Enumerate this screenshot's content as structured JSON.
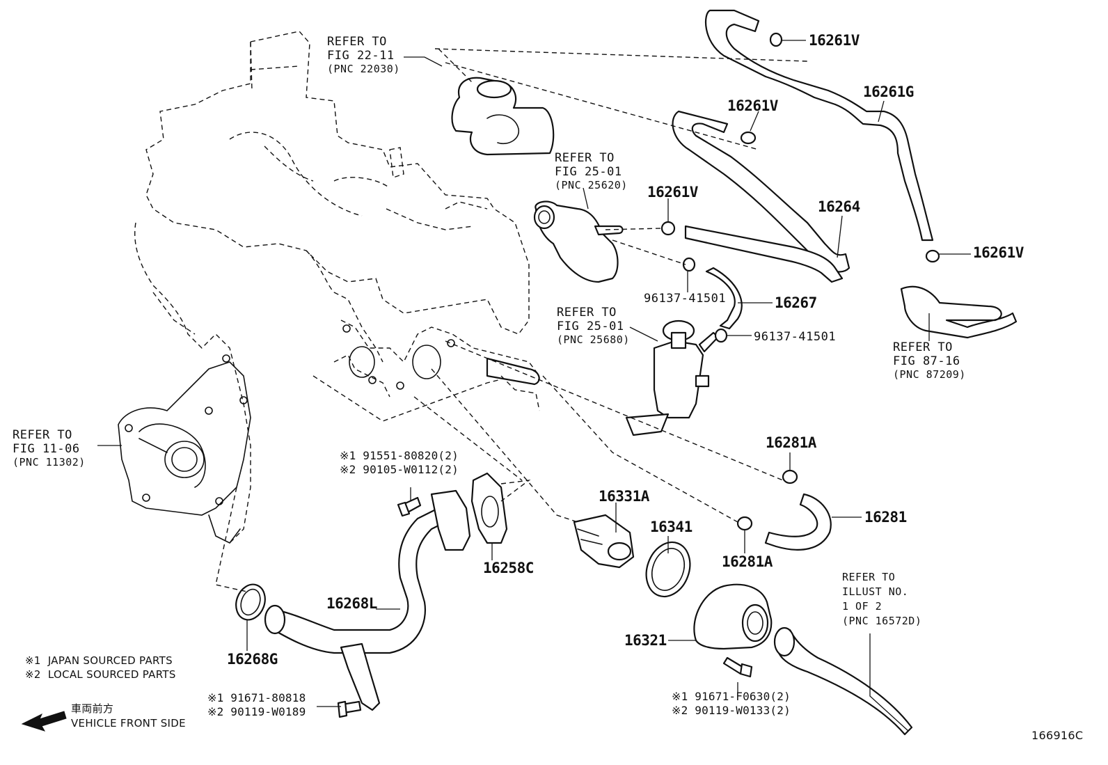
{
  "parts": {
    "p16261v_a": "16261V",
    "p16261g": "16261G",
    "p16261v_b": "16261V",
    "p16261v_c": "16261V",
    "p16264": "16264",
    "p16261v_d": "16261V",
    "p96137_a": "96137-41501",
    "p16267": "16267",
    "p96137_b": "96137-41501",
    "p16281a_a": "16281A",
    "p16281": "16281",
    "p16281a_b": "16281A",
    "p16331a": "16331A",
    "p16341": "16341",
    "p16258c": "16258C",
    "p16268l": "16268L",
    "p16268g": "16268G",
    "p16321": "16321"
  },
  "refs": {
    "r1": [
      "REFER TO",
      "FIG 22-11",
      "(PNC 22030)"
    ],
    "r2": [
      "REFER TO",
      "FIG 25-01",
      "(PNC 25620)"
    ],
    "r3": [
      "REFER TO",
      "FIG 25-01",
      "(PNC 25680)"
    ],
    "r4": [
      "REFER TO",
      "FIG 87-16",
      "(PNC 87209)"
    ],
    "r5": [
      "REFER TO",
      "FIG 11-06",
      "(PNC 11302)"
    ],
    "r6": [
      "REFER TO",
      "ILLUST NO.",
      "1 OF 2",
      "(PNC 16572D)"
    ]
  },
  "bolts": {
    "b1_line1": "※1 91551-80820(2)",
    "b1_line2": "※2 90105-W0112(2)",
    "b2_line1": "※1 91671-80818",
    "b2_line2": "※2 90119-W0189",
    "b3_line1": "※1 91671-F0630(2)",
    "b3_line2": "※2 90119-W0133(2)"
  },
  "legend": {
    "line1": "※1  JAPAN SOURCED PARTS",
    "line2": "※2  LOCAL SOURCED PARTS"
  },
  "direction": {
    "jp": "車両前方",
    "en": "VEHICLE FRONT SIDE",
    "arrow_icon": "arrow-left-icon"
  },
  "figure_id": "166916C"
}
